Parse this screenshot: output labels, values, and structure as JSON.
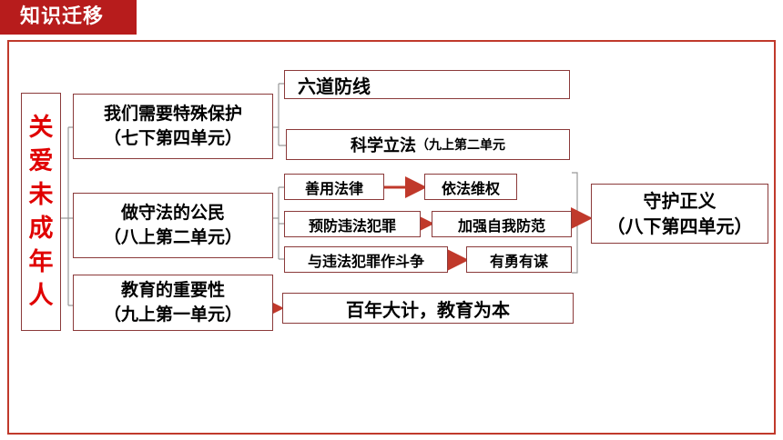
{
  "header": {
    "tag": "知识迁移"
  },
  "root": {
    "chars": [
      "关",
      "爱",
      "未",
      "成",
      "年",
      "人"
    ]
  },
  "branches": [
    {
      "line1": "我们需要特殊保护",
      "line2": "（七下第四单元）"
    },
    {
      "line1": "做守法的公民",
      "line2": "（八上第二单元）"
    },
    {
      "line1": "教育的重要性",
      "line2": "（九上第一单元）"
    }
  ],
  "branch1_children": [
    {
      "text": "六道防线"
    },
    {
      "text": "科学立法",
      "note": "（九上第二单元"
    }
  ],
  "branch2_pairs": [
    {
      "left": "善用法律",
      "right": "依法维权"
    },
    {
      "left": "预防违法犯罪",
      "right": "加强自我防范"
    },
    {
      "left": "与违法犯罪作斗争",
      "right": "有勇有谋"
    }
  ],
  "branch2_result": {
    "line1": "守护正义",
    "line2": "（八下第四单元）"
  },
  "branch3_child": {
    "text": "百年大计，教育为本"
  },
  "colors": {
    "accent": "#b71c1c",
    "root_text": "#e00000",
    "border": "#8b3a3a",
    "arrow": "#c0392b"
  }
}
